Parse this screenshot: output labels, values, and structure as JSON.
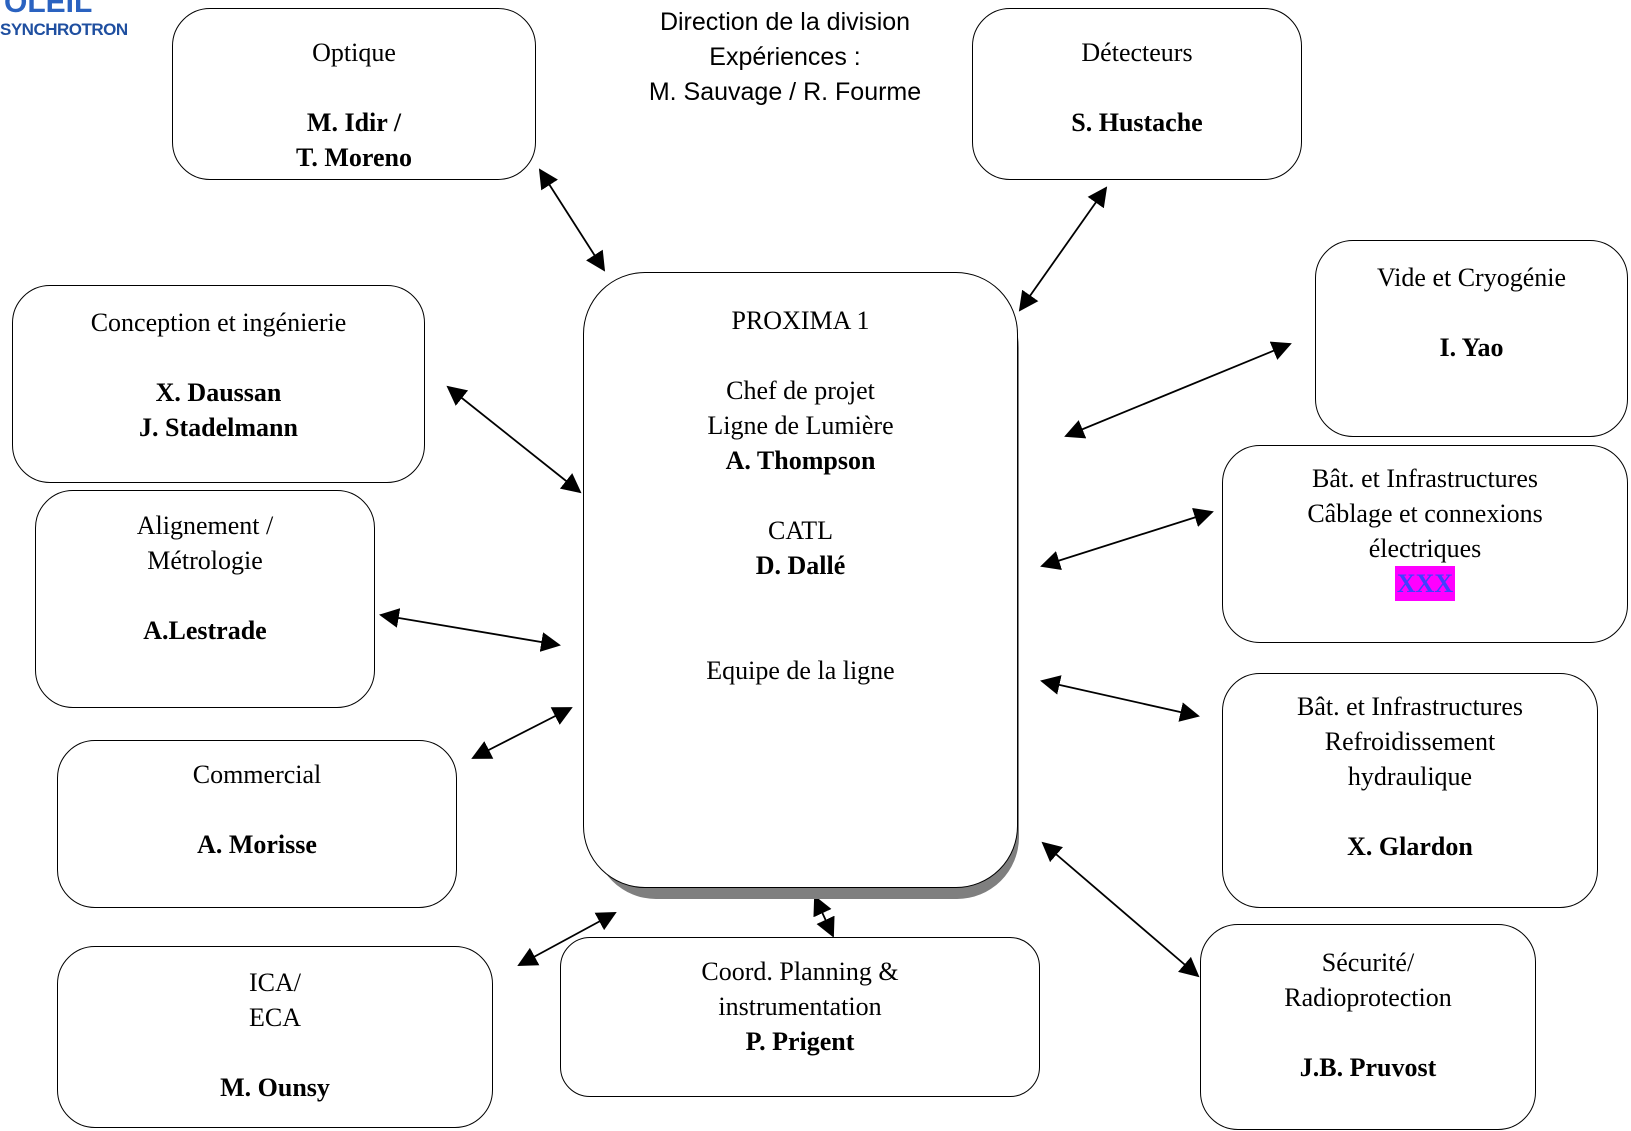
{
  "logo": {
    "top": "OLEIL",
    "text": "SYNCHROTRON"
  },
  "direction": [
    "Direction de la division",
    "Expériences :",
    "M. Sauvage / R. Fourme"
  ],
  "center": {
    "title": "PROXIMA 1",
    "role1_line1": "Chef de projet",
    "role1_line2": "Ligne de Lumière",
    "role1_name": "A. Thompson",
    "role2": "CATL",
    "role2_name": "D. Dallé",
    "team": "Equipe de la ligne"
  },
  "boxes": {
    "optique": {
      "title": "Optique",
      "name1": "M. Idir /",
      "name2": "T. Moreno"
    },
    "detecteurs": {
      "title": "Détecteurs",
      "name": "S. Hustache"
    },
    "vide": {
      "title": "Vide et Cryogénie",
      "name": "I. Yao"
    },
    "conception": {
      "title": "Conception et ingénierie",
      "name1": "X. Daussan",
      "name2": "J. Stadelmann"
    },
    "alignement": {
      "title1": "Alignement /",
      "title2": "Métrologie",
      "name": "A.Lestrade"
    },
    "commercial": {
      "title": "Commercial",
      "name": "A. Morisse"
    },
    "ica": {
      "title1": "ICA/",
      "title2": "ECA",
      "name": "M. Ounsy"
    },
    "coord": {
      "title1": "Coord. Planning &",
      "title2": "instrumentation",
      "name": "P. Prigent"
    },
    "cablage": {
      "title1": "Bât. et Infrastructures",
      "title2": "Câblage et connexions",
      "title3": "électriques",
      "name": "XXX"
    },
    "refroid": {
      "title1": "Bât. et Infrastructures",
      "title2": "Refroidissement",
      "title3": "hydraulique",
      "name": "X. Glardon"
    },
    "securite": {
      "title1": "Sécurité/",
      "title2": "Radioprotection",
      "name": "J.B. Pruvost"
    }
  },
  "colors": {
    "stroke": "#000000",
    "shadow": "#7f7f7f",
    "highlight_bg": "#ff00ff",
    "highlight_text": "#4040ff",
    "logo": "#2a62c0"
  }
}
